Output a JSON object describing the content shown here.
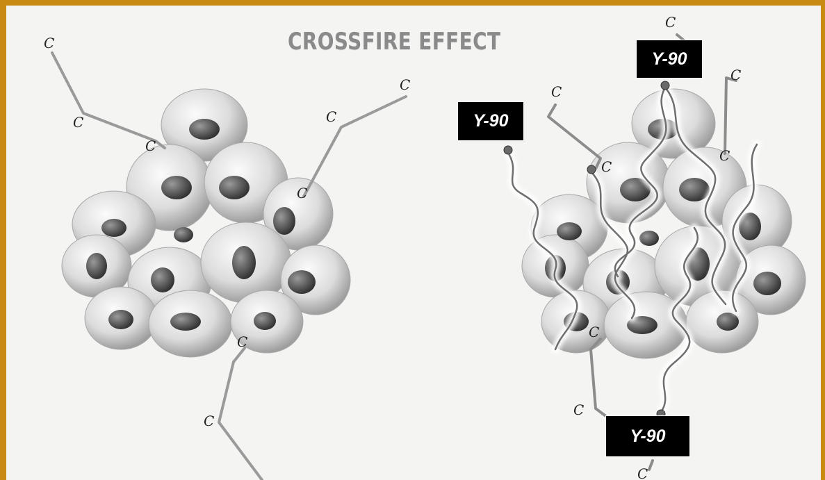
{
  "title": "CROSSFIRE EFFECT",
  "antibody_label": "C",
  "isotope_label": "Y-90",
  "colors": {
    "frame": "#c98a14",
    "background": "#f4f4f2",
    "label_box": "#000000",
    "label_text": "#ffffff"
  }
}
